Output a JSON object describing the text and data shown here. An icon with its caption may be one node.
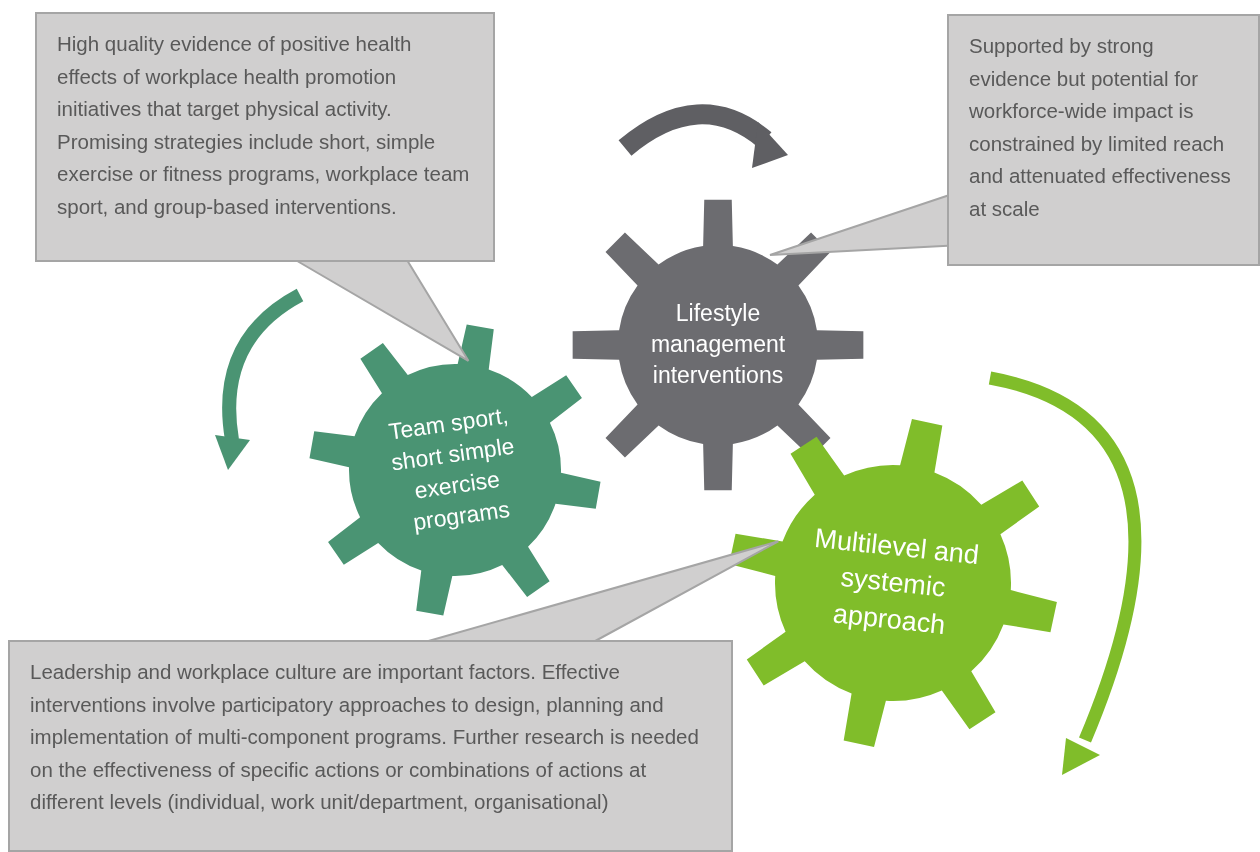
{
  "diagram": {
    "nodes": [
      {
        "text": [
          "High quality evidence of positive health effects of workplace health promotion initiatives that target physical activity. Promising strategies include short, simple exercise or fitness programs, workplace team sport, and group-based interventions."
        ]
      },
      {
        "text": [
          "Supported by strong evidence but potential for workforce-wide impact is constrained by limited reach and attenuated effectiveness at scale"
        ]
      },
      {
        "text": [
          "Leadership and workplace culture are important factors. Effective interventions involve participatory approaches to design, planning and implementation of multi-component programs. Further research is needed on the effectiveness of specific actions or combinations of actions at different levels (individual, work unit/department, organisational)"
        ]
      },
      {
        "text": [
          "Team sport, short simple exercise programs"
        ]
      },
      {
        "text": [
          "Lifestyle management interventions"
        ]
      },
      {
        "text": [
          "Multilevel and systemic approach"
        ]
      }
    ]
  }
}
